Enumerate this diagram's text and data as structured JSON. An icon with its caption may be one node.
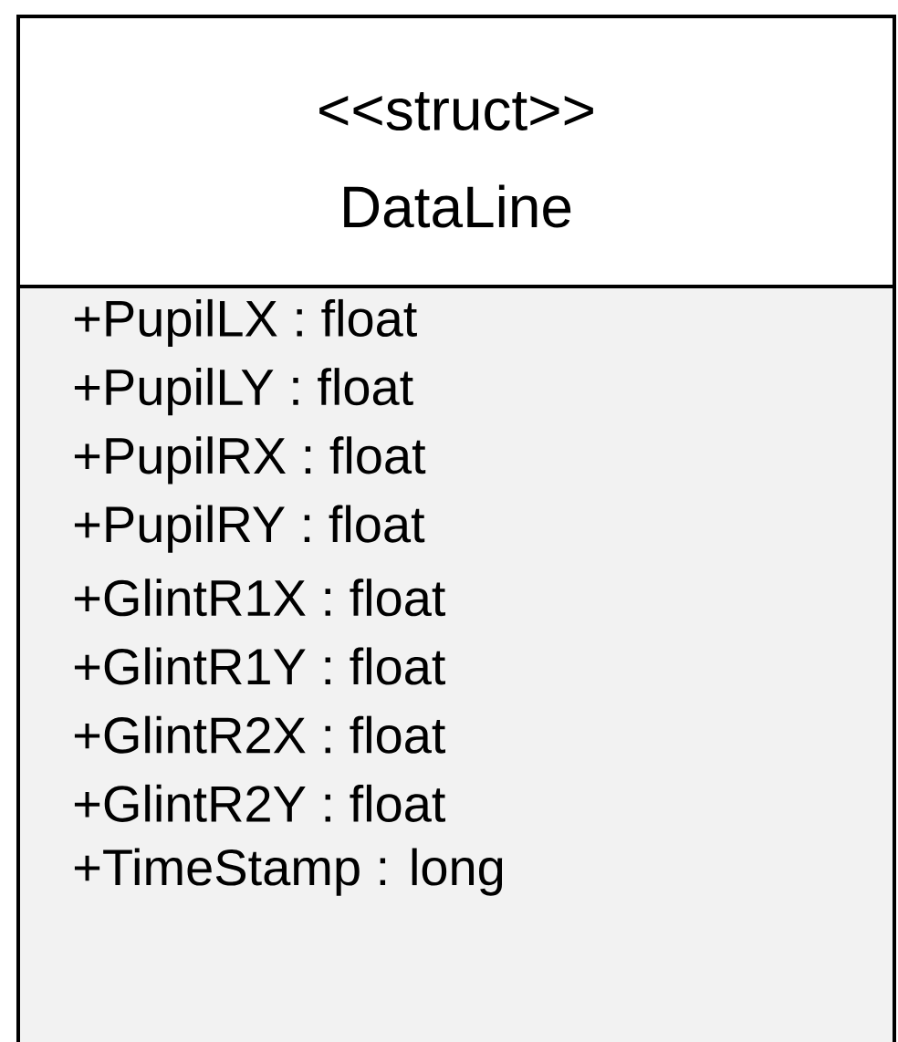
{
  "diagram": {
    "nodes": [
      {
        "text": [
          "<<struct>>",
          "DataLine"
        ]
      },
      {
        "text": [
          "+PupilLX : float",
          "+PupilLY : float",
          "+PupilRX : float",
          "+PupilRY : float",
          "+GlintR1X : float",
          "+GlintR1Y : float",
          "+GlintR2X : float",
          "+GlintR2Y : float",
          "+TimeStamp : long"
        ]
      }
    ]
  }
}
